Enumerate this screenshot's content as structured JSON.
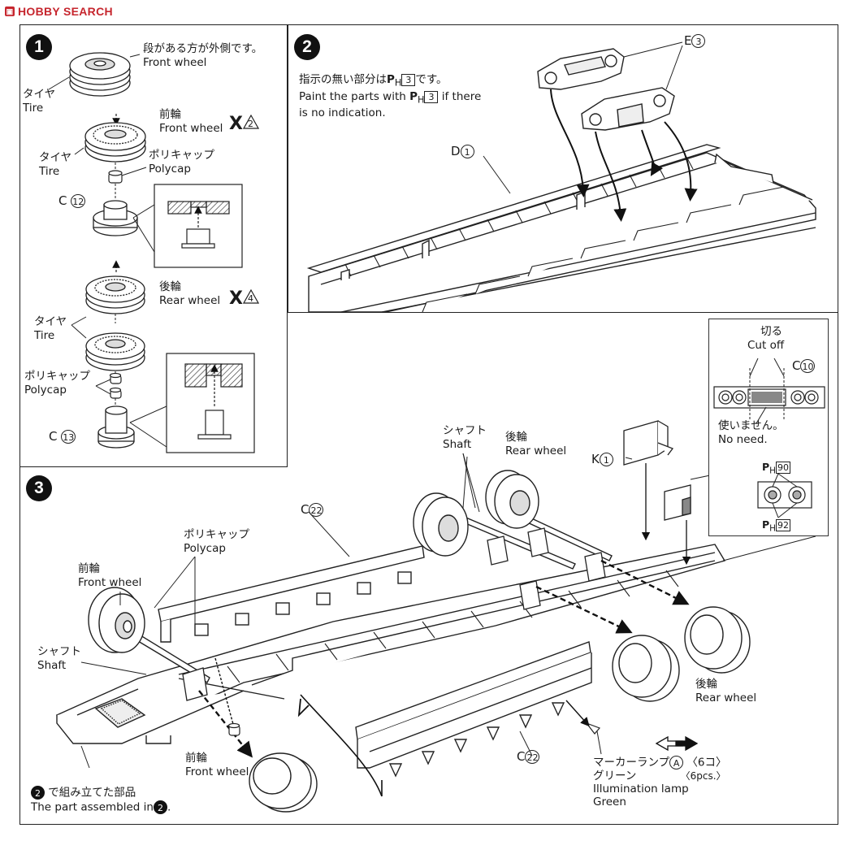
{
  "logo": {
    "text": "HOBBY SEARCH"
  },
  "step1": {
    "number": "1",
    "front_outer_note_ja": "段がある方が外側です。",
    "front_outer_note_en": "Front wheel",
    "tire_ja_1": "タイヤ",
    "tire_en_1": "Tire",
    "front_wheel_ja": "前輪",
    "front_wheel_en": "Front wheel",
    "front_qty": "2",
    "tire_ja_2": "タイヤ",
    "tire_en_2": "Tire",
    "polycap_ja_1": "ポリキャップ",
    "polycap_en_1": "Polycap",
    "part_c12_letter": "C",
    "part_c12_num": "12",
    "rear_wheel_ja": "後輪",
    "rear_wheel_en": "Rear wheel",
    "rear_qty": "4",
    "tire_ja_3": "タイヤ",
    "tire_en_3": "Tire",
    "polycap_ja_2": "ポリキャップ",
    "polycap_en_2": "Polycap",
    "part_c13_letter": "C",
    "part_c13_num": "13"
  },
  "step2": {
    "number": "2",
    "paint_note_ja_pre": "指示の無い部分は",
    "paint_note_ja_post": "です。",
    "paint_note_en_1": "Paint the parts with",
    "paint_note_en_2": "if there",
    "paint_note_en_3": "is no indication.",
    "paint_code_p": "P",
    "paint_code_h": "H",
    "paint_code_num": "3",
    "part_e3_letter": "E",
    "part_e3_num": "3",
    "part_d1_letter": "D",
    "part_d1_num": "1"
  },
  "step3": {
    "number": "3",
    "part_c22_top_letter": "C",
    "part_c22_top_num": "22",
    "part_c22_bottom_letter": "C",
    "part_c22_bottom_num": "22",
    "polycap_ja": "ポリキャップ",
    "polycap_en": "Polycap",
    "front_wheel_ja_1": "前輪",
    "front_wheel_en_1": "Front wheel",
    "shaft_ja_1": "シャフト",
    "shaft_en_1": "Shaft",
    "shaft_ja_2": "シャフト",
    "shaft_en_2": "Shaft",
    "rear_wheel_ja_1": "後輪",
    "rear_wheel_en_1": "Rear wheel",
    "rear_wheel_ja_2": "後輪",
    "rear_wheel_en_2": "Rear wheel",
    "front_wheel_ja_2": "前輪",
    "front_wheel_en_2": "Front wheel",
    "part_k1_letter": "K",
    "part_k1_num": "1",
    "assembled_note_ja": "で組み立てた部品",
    "assembled_note_en": "The part assembled in",
    "assembled_step_ref": "2",
    "marker_ja_1": "マーカーランプ",
    "marker_part": "A",
    "marker_qty_ja": "〈6コ〉",
    "marker_qty_en": "〈6pcs.〉",
    "marker_ja_2": "グリーン",
    "marker_en_1": "Illumination lamp",
    "marker_en_2": "Green"
  },
  "inset": {
    "cut_ja": "切る",
    "cut_en": "Cut off",
    "part_c10_letter": "C",
    "part_c10_num": "10",
    "no_need_ja": "使いません。",
    "no_need_en": "No need.",
    "paint_p": "P",
    "paint_h": "H",
    "paint_90": "90",
    "paint_92": "92"
  }
}
